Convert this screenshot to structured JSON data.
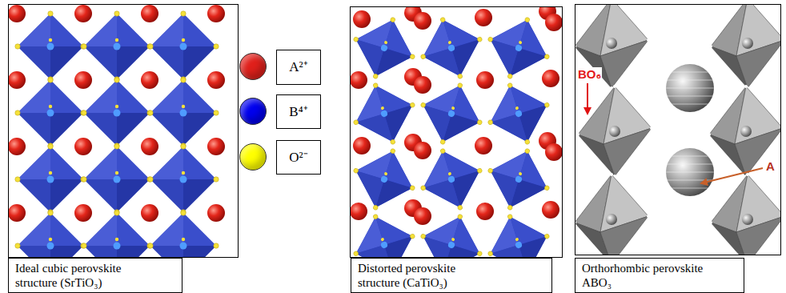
{
  "diagram": {
    "nodes": [
      {
        "text": [
          "Ideal cubic perovskite structure (SrTiO₃)"
        ]
      },
      {
        "text": [
          "Distorted perovskite structure (CaTiO₃)"
        ]
      },
      {
        "text": [
          "Orthorhombic perovskite ABO₃"
        ]
      }
    ],
    "labels": [
      "BO₆",
      "A"
    ],
    "legend": [
      {
        "text": "A²⁺",
        "color": "#e0201b"
      },
      {
        "text": "B⁴⁺",
        "color": "#0000ee"
      },
      {
        "text": "O²⁻",
        "color": "#ffff00"
      }
    ]
  }
}
